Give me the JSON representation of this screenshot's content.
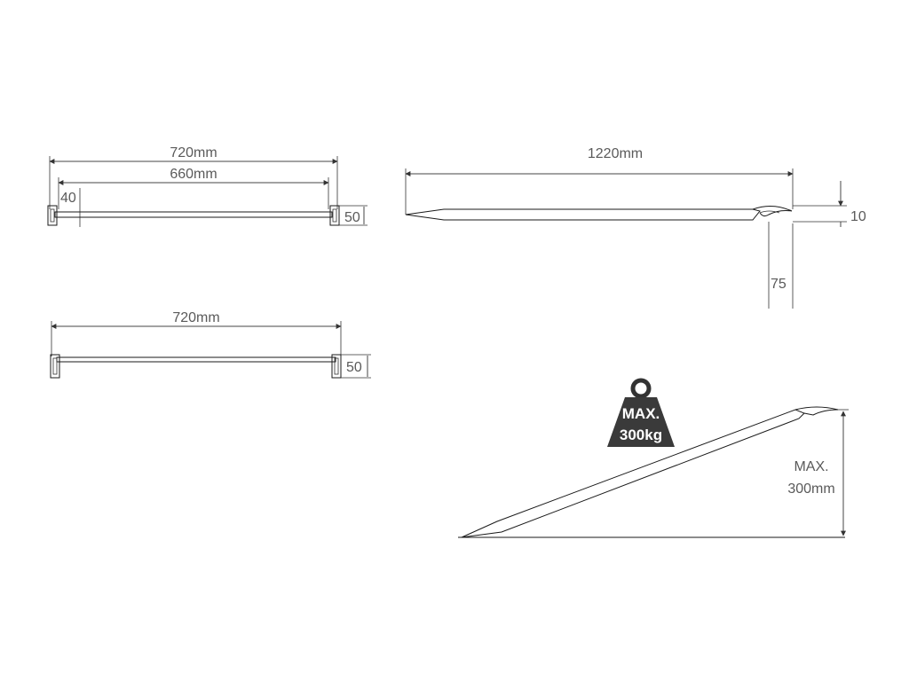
{
  "top_view": {
    "overall_width_label": "720mm",
    "inner_width_label": "660mm",
    "inner_offset_label": "40",
    "height_label": "50"
  },
  "bottom_view": {
    "overall_width_label": "720mm",
    "height_label": "50"
  },
  "side_view": {
    "length_label": "1220mm",
    "lip_thickness_label": "10",
    "lip_drop_label": "75"
  },
  "incline_view": {
    "weight_line1": "MAX.",
    "weight_line2": "300kg",
    "height_line1": "MAX.",
    "height_line2": "300mm"
  }
}
